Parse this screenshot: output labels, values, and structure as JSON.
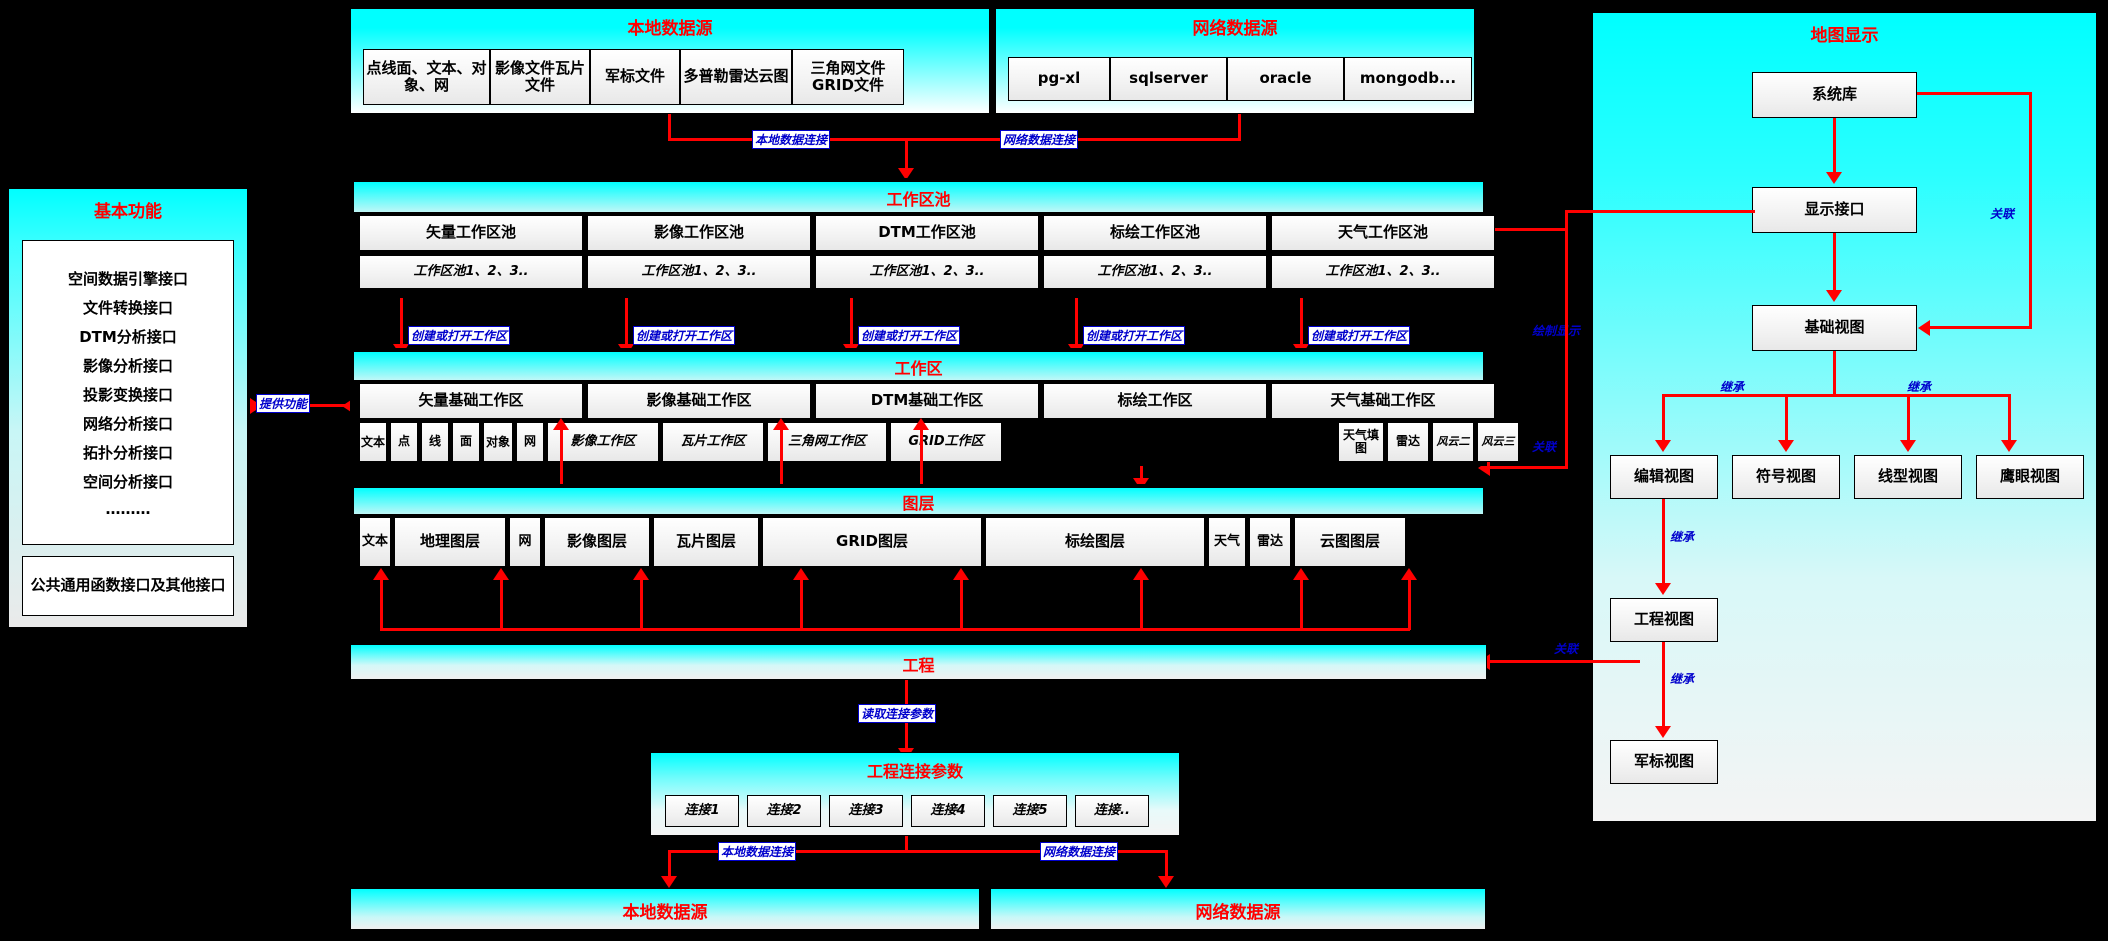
{
  "local_source_top": {
    "title": "本地数据源",
    "items": [
      "点线面、文本、对象、网",
      "影像文件瓦片文件",
      "军标文件",
      "多普勒雷达云图",
      "三角网文件GRID文件"
    ]
  },
  "net_source_top": {
    "title": "网络数据源",
    "items": [
      "pg-xl",
      "sqlserver",
      "oracle",
      "mongodb..."
    ]
  },
  "map_display": {
    "title": "地图显示",
    "system_lib": "系统库",
    "display_interface": "显示接口",
    "base_view": "基础视图",
    "views": [
      "编辑视图",
      "符号视图",
      "线型视图",
      "鹰眼视图"
    ],
    "engineering_view": "工程视图",
    "military_view": "军标视图",
    "labels": {
      "relate": "关联",
      "inherit": "继承",
      "draw_display": "绘制显示"
    }
  },
  "basic_function": {
    "title": "基本功能",
    "interfaces": [
      "空间数据引擎接口",
      "文件转换接口",
      "DTM分析接口",
      "影像分析接口",
      "投影变换接口",
      "网络分析接口",
      "拓扑分析接口",
      "空间分析接口",
      "………"
    ],
    "common": "公共通用函数接口及其他接口",
    "edge_label": "提供功能"
  },
  "workpool": {
    "title": "工作区池",
    "columns": [
      "矢量工作区池",
      "影像工作区池",
      "DTM工作区池",
      "标绘工作区池",
      "天气工作区池"
    ],
    "sub": [
      "工作区池1、2、3..",
      "工作区池1、2、3..",
      "工作区池1、2、3..",
      "工作区池1、2、3..",
      "工作区池1、2、3.."
    ],
    "edge_label": "创建或打开工作区"
  },
  "workarea": {
    "title": "工作区",
    "columns": [
      "矢量基础工作区",
      "影像基础工作区",
      "DTM基础工作区",
      "标绘工作区",
      "天气基础工作区"
    ],
    "subs": [
      "文本",
      "点",
      "线",
      "面",
      "对象",
      "网",
      "影像工作区",
      "瓦片工作区",
      "三角网工作区",
      "GRID工作区",
      "天气填图",
      "雷达",
      "风云二",
      "风云三"
    ]
  },
  "layers": {
    "title": "图层",
    "items": [
      "文本",
      "地理图层",
      "网",
      "影像图层",
      "瓦片图层",
      "GRID图层",
      "标绘图层",
      "天气",
      "雷达",
      "云图图层"
    ]
  },
  "project": {
    "title": "工程",
    "relate_label": "关联",
    "read_label": "读取连接参数"
  },
  "project_conn": {
    "title": "工程连接参数",
    "items": [
      "连接1",
      "连接2",
      "连接3",
      "连接4",
      "连接5",
      "连接.."
    ]
  },
  "bottom": {
    "local_title": "本地数据源",
    "net_title": "网络数据源",
    "local_label": "本地数据连接",
    "net_label": "网络数据连接"
  },
  "top_labels": {
    "local": "本地数据连接",
    "net": "网络数据连接"
  }
}
